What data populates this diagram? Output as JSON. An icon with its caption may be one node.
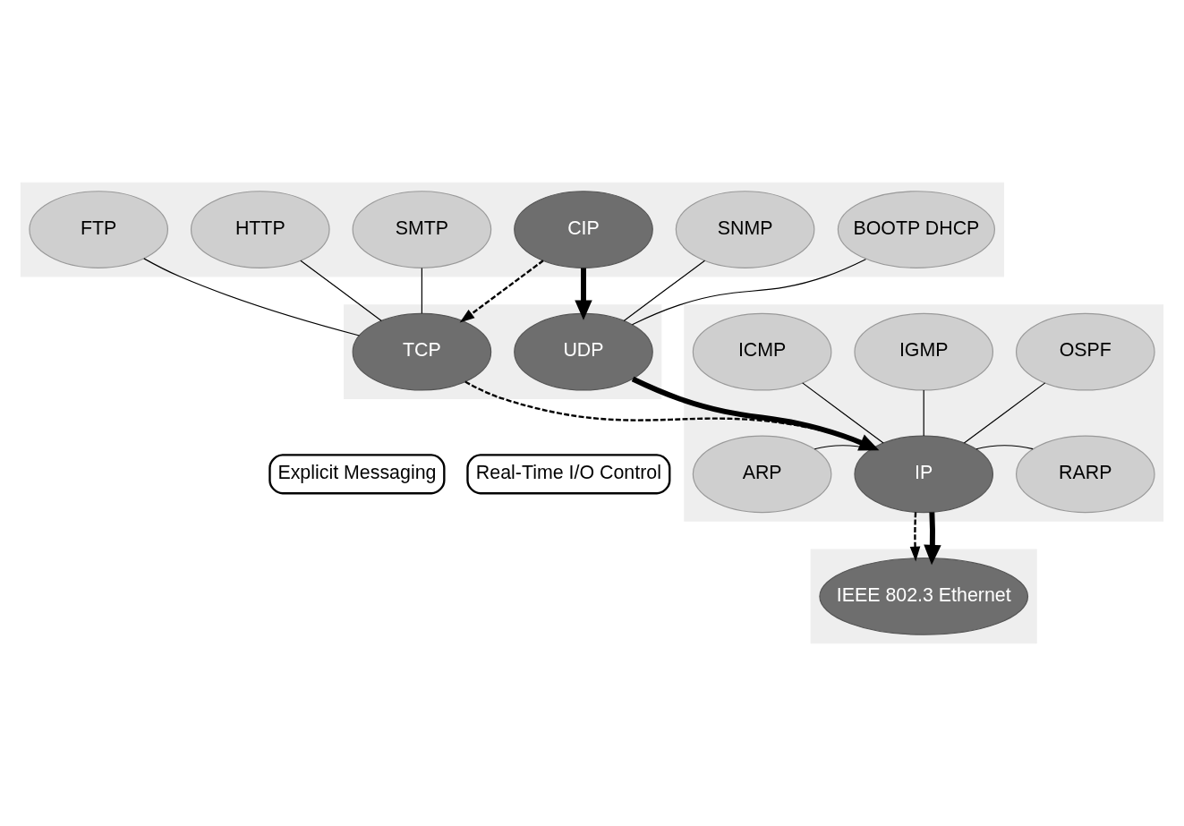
{
  "diagram": {
    "nodes": [
      {
        "text": [],
        "shape": "box"
      },
      {
        "text": [
          "FTP"
        ],
        "in": 0
      },
      {
        "text": [
          "HTTP"
        ],
        "in": 0
      },
      {
        "text": [
          "SMTP"
        ],
        "in": 0
      },
      {
        "text": [
          "CIP"
        ],
        "in": 0
      },
      {
        "text": [
          "SNMP"
        ],
        "in": 0
      },
      {
        "text": [
          "BOOTP DHCP"
        ],
        "in": 0
      },
      {
        "text": [],
        "shape": "box"
      },
      {
        "text": [
          "TCP"
        ],
        "in": 7
      },
      {
        "text": [
          "UDP"
        ],
        "in": 7
      },
      {
        "text": [
          "Explicit Messaging"
        ]
      },
      {
        "text": [
          "Real-Time I/O Control"
        ]
      },
      {
        "text": [],
        "shape": "box"
      },
      {
        "text": [
          "OSPF"
        ],
        "in": 12
      },
      {
        "text": [
          "ICMP"
        ],
        "in": 12
      },
      {
        "text": [
          "IGMP"
        ],
        "in": 12
      },
      {
        "text": [
          "ARP"
        ],
        "in": 12
      },
      {
        "text": [
          "IP"
        ],
        "in": 12
      },
      {
        "text": [
          "RARP"
        ],
        "in": 12
      },
      {
        "text": [],
        "shape": "box"
      },
      {
        "text": [
          "IEEE 802.3 Ethernet"
        ],
        "in": 19
      }
    ],
    "edges": [
      {
        "from": 1,
        "to": 8,
        "arrow": "none"
      },
      {
        "from": 2,
        "to": 8,
        "arrow": "none"
      },
      {
        "from": 3,
        "to": 8,
        "arrow": "none"
      },
      {
        "from": 4,
        "to": 8,
        "arrow": "to",
        "style": "dashed"
      },
      {
        "from": 4,
        "to": 9,
        "arrow": "to",
        "style": "thick"
      },
      {
        "from": 5,
        "to": 9,
        "arrow": "none"
      },
      {
        "from": 6,
        "to": 9,
        "arrow": "none"
      },
      {
        "from": 8,
        "to": 17,
        "arrow": "to",
        "style": "dashed"
      },
      {
        "from": 9,
        "to": 17,
        "arrow": "to",
        "style": "thick"
      },
      {
        "from": 13,
        "to": 17,
        "arrow": "none"
      },
      {
        "from": 14,
        "to": 17,
        "arrow": "none"
      },
      {
        "from": 15,
        "to": 17,
        "arrow": "none"
      },
      {
        "from": 16,
        "to": 17,
        "arrow": "none"
      },
      {
        "from": 17,
        "to": 18,
        "arrow": "none"
      },
      {
        "from": 17,
        "to": 20,
        "arrow": "to",
        "style": "dashed"
      },
      {
        "from": 17,
        "to": 20,
        "arrow": "to",
        "style": "thick"
      }
    ]
  }
}
